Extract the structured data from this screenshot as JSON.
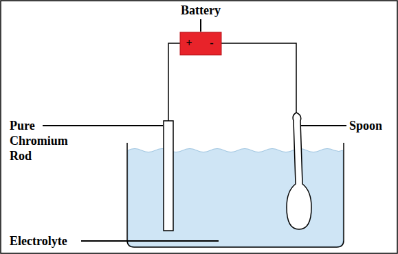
{
  "diagram": {
    "labels": [
      "Battery",
      "+",
      "-",
      "Pure Chromium Rod",
      "Spoon",
      "Electrolyte"
    ]
  }
}
